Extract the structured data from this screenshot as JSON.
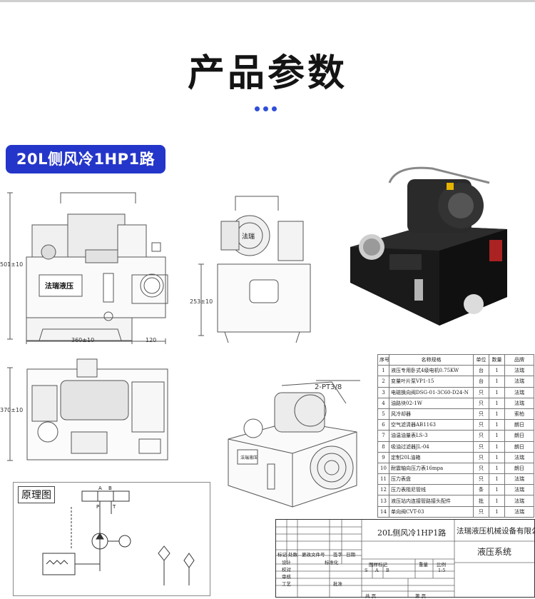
{
  "page": {
    "title": "产品参数",
    "badge": "20L侧风冷1HP1路"
  },
  "dimensions": {
    "front_height": "501±10",
    "front_width": "360±10",
    "front_side": "120",
    "side_height": "253±10",
    "top_depth": "370±10",
    "port_label": "2-PT3/8"
  },
  "front_view": {
    "nameplate": "法瑞液压"
  },
  "side_view": {
    "pump_label": "法瑞"
  },
  "iso_view": {
    "nameplate": "法瑞液压"
  },
  "schematic": {
    "label": "原理图",
    "port_a": "A",
    "port_b": "B",
    "port_p": "P",
    "port_t": "T"
  },
  "parts_table": {
    "headers": [
      "序号",
      "名称规格",
      "单位",
      "数量",
      "品牌"
    ],
    "rows": [
      [
        "1",
        "液压专用卧式4级电机0.75KW",
        "台",
        "1",
        "法瑞"
      ],
      [
        "2",
        "变量叶片泵VP1-15",
        "台",
        "1",
        "法瑞"
      ],
      [
        "3",
        "电磁换向阀DSG-01-3C60-D24-N",
        "只",
        "1",
        "法瑞"
      ],
      [
        "4",
        "油路块02-1W",
        "只",
        "1",
        "法瑞"
      ],
      [
        "5",
        "风冷却器",
        "只",
        "1",
        "索柏"
      ],
      [
        "6",
        "空气滤清器AB1163",
        "只",
        "1",
        "朗日"
      ],
      [
        "7",
        "油温油量表LS-3",
        "只",
        "1",
        "朗日"
      ],
      [
        "8",
        "吸油过滤器JL-04",
        "只",
        "1",
        "朗日"
      ],
      [
        "9",
        "定制20L油箱",
        "只",
        "1",
        "法瑞"
      ],
      [
        "10",
        "耐震轴向压力表16mpa",
        "只",
        "1",
        "朗日"
      ],
      [
        "11",
        "压力表盘",
        "只",
        "1",
        "法瑞"
      ],
      [
        "12",
        "压力表阻尼管线",
        "条",
        "1",
        "法瑞"
      ],
      [
        "13",
        "液压站内连接管路接头配件",
        "批",
        "1",
        "法瑞"
      ],
      [
        "14",
        "单向阀CVT-03",
        "只",
        "1",
        "法瑞"
      ]
    ]
  },
  "title_block": {
    "drawing_name": "20L侧风冷1HP1路",
    "company": "法瑞液压机械设备有限公司",
    "system": "液压系统",
    "mark_row": [
      "标记",
      "处数",
      "更改文件号",
      "签字",
      "日期"
    ],
    "left_rows": [
      "设计",
      "校对",
      "审核",
      "工艺"
    ],
    "mid_rows": [
      "标准化",
      "批准"
    ],
    "stage_label": "图样标记",
    "weight_label": "重量",
    "ratio_label": "比例",
    "stage_marks": [
      "S",
      "A",
      "B"
    ],
    "ratio_value": "1:5",
    "sheet_total": "共    页",
    "sheet_no": "第    页"
  },
  "colors": {
    "accent_blue": "#2436c9",
    "dot_blue": "#2f4fd8",
    "line_gray": "#555555"
  }
}
